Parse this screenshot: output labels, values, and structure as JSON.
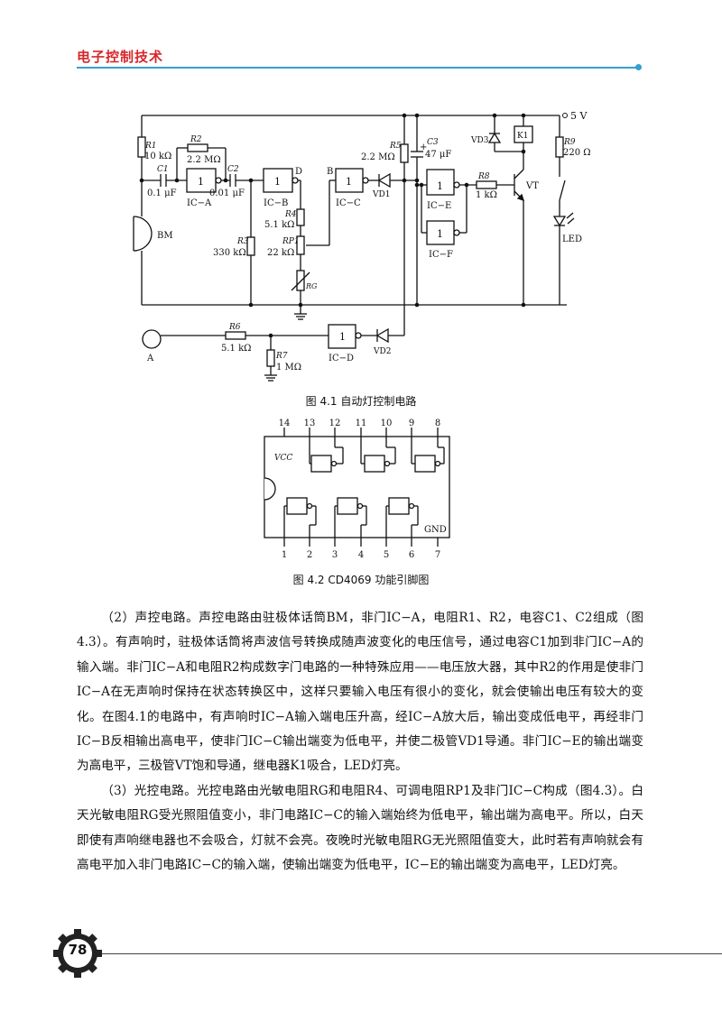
{
  "header": {
    "title": "电子控制技术"
  },
  "figure1": {
    "caption": "图 4.1   自动灯控制电路",
    "labels": {
      "supply": "5 V",
      "r1": "R1",
      "r1_val": "10 kΩ",
      "r2": "R2",
      "r2_val": "2.2 MΩ",
      "c1": "C1",
      "c1_val": "0.1 μF",
      "c2": "C2",
      "c2_val": "0.01 μF",
      "ica": "IC−A",
      "icb": "IC−B",
      "icc": "IC−C",
      "icd": "IC−D",
      "ice": "IC−E",
      "icf": "IC−F",
      "gate": "1",
      "node_d": "D",
      "node_b": "B",
      "bm": "BM",
      "r3": "R3",
      "r3_val": "330 kΩ",
      "r4": "R4",
      "r4_val": "5.1 kΩ",
      "rp1": "RP1",
      "rp1_val": "22 kΩ",
      "rg": "RG",
      "r5": "R5",
      "r5_val": "2.2 MΩ",
      "c3": "C3",
      "c3_val": "47 μF",
      "vd1": "VD1",
      "vd2": "VD2",
      "vd3": "VD3",
      "r8": "R8",
      "r8_val": "1 kΩ",
      "vt": "VT",
      "k1": "K1",
      "r9": "R9",
      "r9_val": "220 Ω",
      "led": "LED",
      "node_a": "A",
      "r6": "R6",
      "r6_val": "5.1 kΩ",
      "r7": "R7",
      "r7_val": "1 MΩ"
    }
  },
  "figure2": {
    "caption": "图 4.2   CD4069 功能引脚图",
    "top_pins": [
      "14",
      "13",
      "12",
      "11",
      "10",
      "9",
      "8"
    ],
    "bottom_pins": [
      "1",
      "2",
      "3",
      "4",
      "5",
      "6",
      "7"
    ],
    "vcc": "VCC",
    "gnd": "GND"
  },
  "paragraphs": [
    "（2）声控电路。声控电路由驻极体话筒BM，非门IC−A，电阻R1、R2，电容C1、C2组成（图4.3）。有声响时，驻极体话筒将声波信号转换成随声波变化的电压信号，通过电容C1加到非门IC−A的输入端。非门IC−A和电阻R2构成数字门电路的一种特殊应用——电压放大器，其中R2的作用是使非门IC−A在无声响时保持在状态转换区中，这样只要输入电压有很小的变化，就会使输出电压有较大的变化。在图4.1的电路中，有声响时IC−A输入端电压升高，经IC−A放大后，输出变成低电平，再经非门IC−B反相输出高电平，使非门IC−C输出端变为低电平，并使二极管VD1导通。非门IC−E的输出端变为高电平，三极管VT饱和导通，继电器K1吸合，LED灯亮。",
    "（3）光控电路。光控电路由光敏电阻RG和电阻R4、可调电阻RP1及非门IC−C构成（图4.3）。白天光敏电阻RG受光照阻值变小，非门电路IC−C的输入端始终为低电平，输出端为高电平。所以，白天即使有声响继电器也不会吸合，灯就不会亮。夜晚时光敏电阻RG无光照阻值变大，此时若有声响就会有高电平加入非门电路IC−C的输入端，使输出端变为低电平，IC−E的输出端变为高电平，LED灯亮。"
  ],
  "footer": {
    "page_number": "78"
  },
  "colors": {
    "header_red": "#d6282b",
    "rule_blue": "#35a0cf"
  }
}
